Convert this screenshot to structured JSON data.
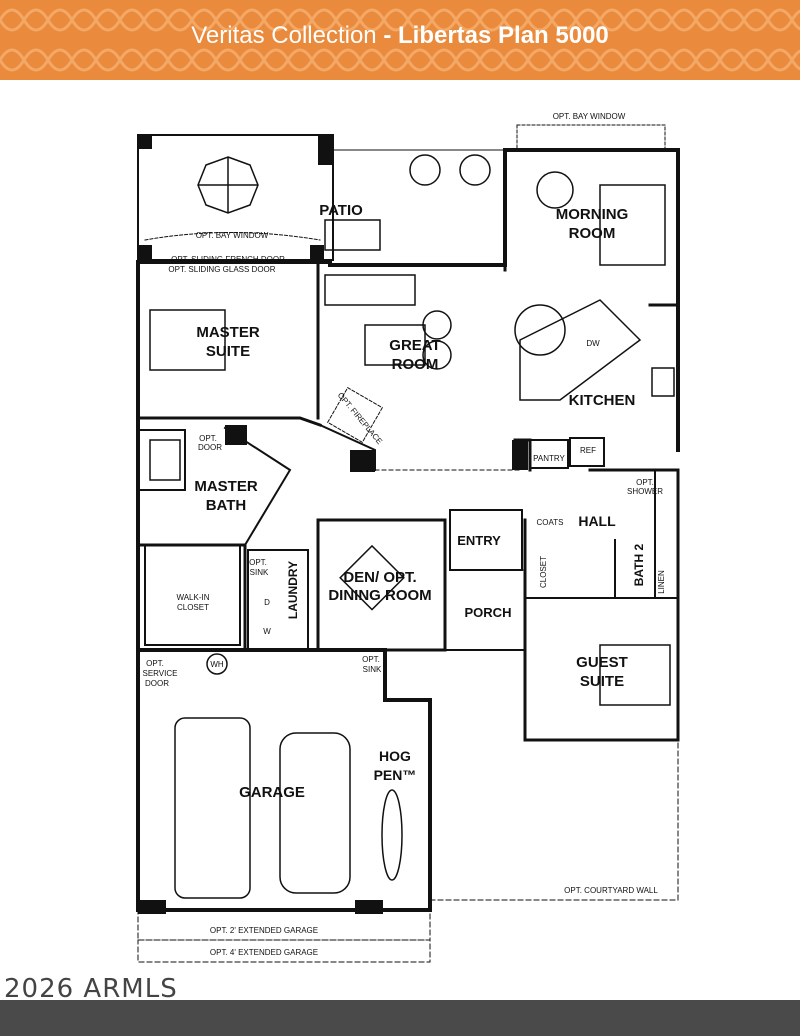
{
  "header": {
    "collection": "Veritas Collection",
    "separator": " - ",
    "plan_name": "Libertas Plan 5000",
    "accent_color": "#ea8a3c"
  },
  "rooms": {
    "patio": "PATIO",
    "morning_room_1": "MORNING",
    "morning_room_2": "ROOM",
    "master_suite_1": "MASTER",
    "master_suite_2": "SUITE",
    "great_room_1": "GREAT",
    "great_room_2": "ROOM",
    "kitchen": "KITCHEN",
    "master_bath_1": "MASTER",
    "master_bath_2": "BATH",
    "hall": "HALL",
    "entry": "ENTRY",
    "den_1": "DEN/ OPT.",
    "den_2": "DINING ROOM",
    "laundry": "LAUNDRY",
    "bath2": "BATH 2",
    "porch": "PORCH",
    "guest_suite_1": "GUEST",
    "guest_suite_2": "SUITE",
    "garage": "GARAGE",
    "hog_pen_1": "HOG",
    "hog_pen_2": "PEN™",
    "walk_in_closet_1": "WALK-IN",
    "walk_in_closet_2": "CLOSET",
    "pantry": "PANTRY",
    "coats": "COATS",
    "closet": "CLOSET",
    "linen": "LINEN"
  },
  "notes": {
    "opt_bay_window_top": "OPT. BAY WINDOW",
    "opt_bay_window_patio": "OPT. BAY WINDOW",
    "opt_sliding_french_door": "OPT. SLIDING FRENCH DOOR",
    "opt_sliding_glass_door": "OPT. SLIDING GLASS DOOR",
    "opt_fireplace": "OPT. FIREPLACE",
    "opt_door_1": "OPT.",
    "opt_door_2": "DOOR",
    "opt_sink_laundry_1": "OPT.",
    "opt_sink_laundry_2": "SINK",
    "opt_sink_garage_1": "OPT.",
    "opt_sink_garage_2": "SINK",
    "opt_shower_1": "OPT.",
    "opt_shower_2": "SHOWER",
    "opt_service_door_1": "OPT.",
    "opt_service_door_2": "SERVICE",
    "opt_service_door_3": "DOOR",
    "wh": "WH",
    "dw": "DW",
    "ref": "REF",
    "dryer": "D",
    "washer": "W",
    "opt_courtyard_wall": "OPT. COURTYARD WALL",
    "opt_2_extended_garage": "OPT. 2' EXTENDED GARAGE",
    "opt_4_extended_garage": "OPT. 4' EXTENDED GARAGE"
  },
  "copyright": "2026 ARMLS",
  "colors": {
    "header": "#ea8a3c",
    "footer": "#4a4a4a",
    "wall": "#111111"
  }
}
